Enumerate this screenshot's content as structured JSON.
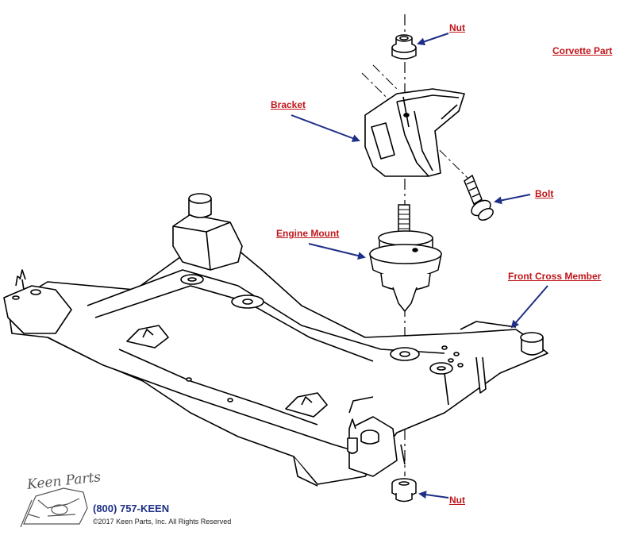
{
  "labels": {
    "nut_top": "Nut",
    "corvette_part": "Corvette Part",
    "bracket": "Bracket",
    "bolt": "Bolt",
    "engine_mount": "Engine Mount",
    "front_cross_member": "Front Cross Member",
    "nut_bottom": "Nut"
  },
  "footer": {
    "logo_text": "Keen Parts",
    "phone": "(800) 757-KEEN",
    "copyright": "©2017 Keen Parts, Inc. All Rights Reserved"
  },
  "colors": {
    "label": "#c0161b",
    "arrow": "#1f2f86",
    "line": "#000000"
  }
}
